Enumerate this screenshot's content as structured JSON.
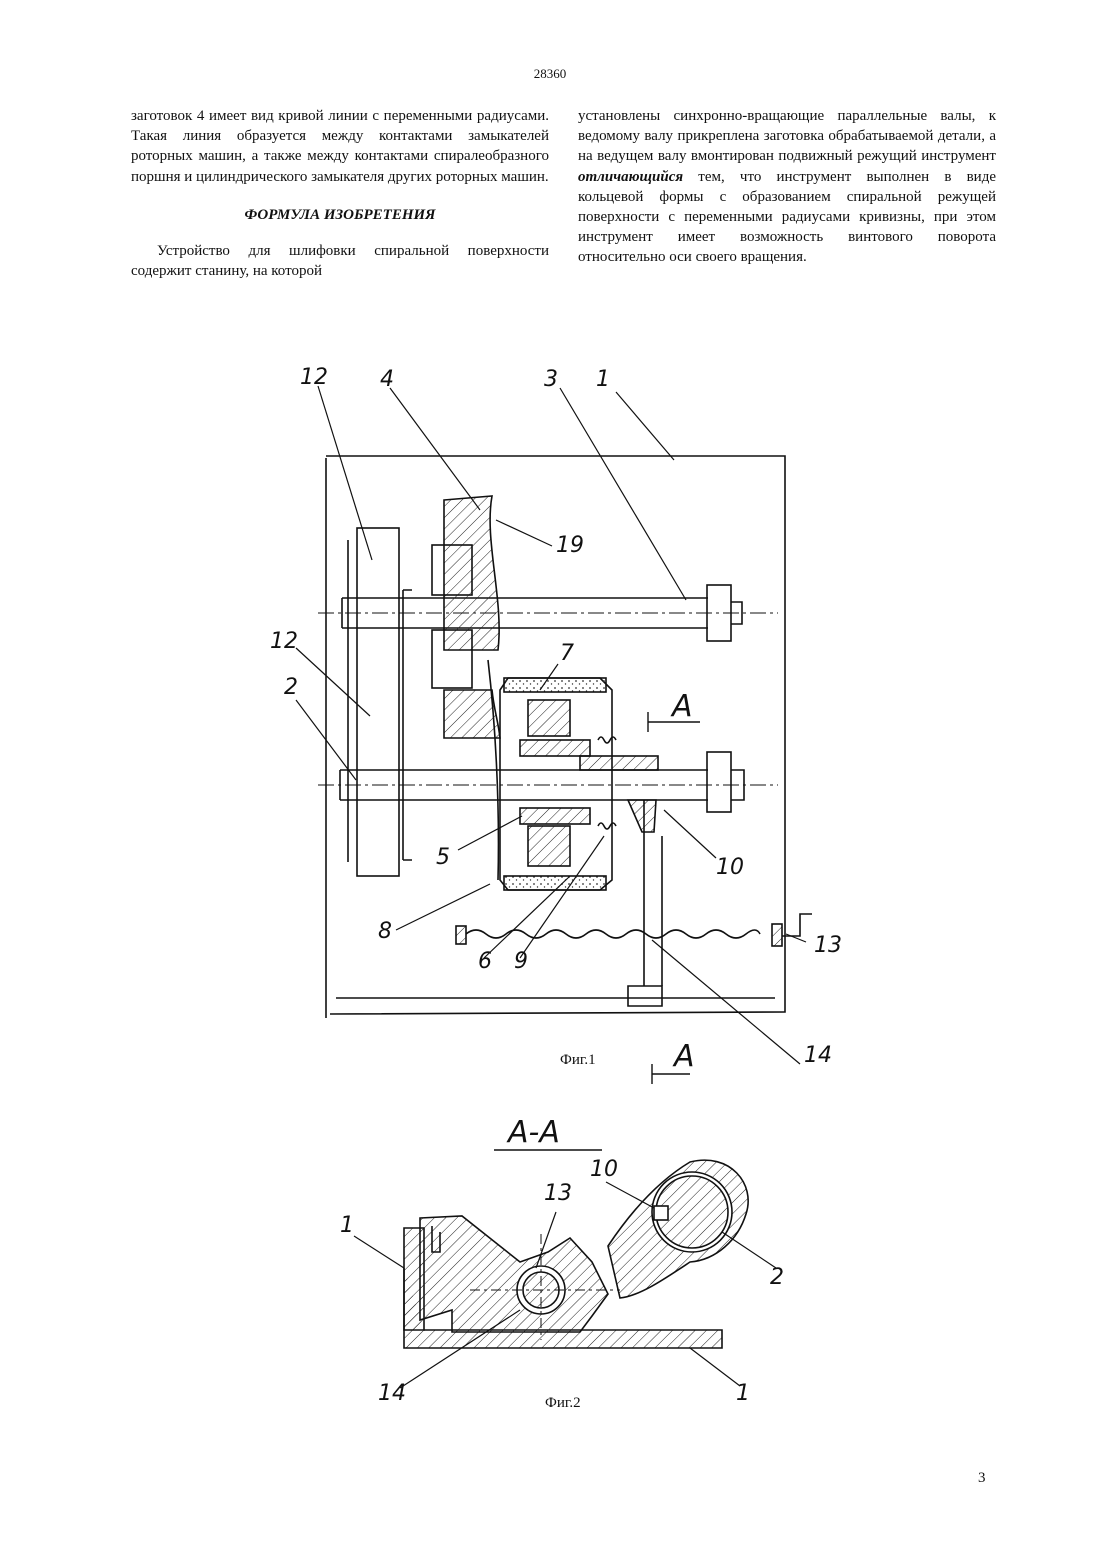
{
  "header": {
    "doc_number": "28360"
  },
  "left_column": {
    "p1": "заготовок 4 имеет вид кривой линии с переменными радиусами. Такая линия образуется между контактами замыкателей роторных машин, а также между контактами спиралеобразного поршня и цилиндрического замыкателя других роторных машин.",
    "heading": "ФОРМУЛА ИЗОБРЕТЕНИЯ",
    "p2": "Устройство для шлифовки спиральной поверхности содержит станину, на которой"
  },
  "right_column": {
    "p1_before": "установлены синхронно-вращающие параллельные валы, к ведомому валу прикреплена заготовка обрабатываемой детали, а на ведущем валу вмонтирован подвижный режущий инструмент",
    "p1_emph": "отличающийся",
    "p1_after": "тем, что инструмент выполнен в виде кольцевой формы с образованием спиральной режущей поверхности с переменными радиусами кривизны, при этом инструмент имеет возможность винтового поворота относительно оси своего вращения."
  },
  "figure1": {
    "caption": "Фиг.1",
    "labels": {
      "l12a": "12",
      "l4": "4",
      "l3": "3",
      "l1": "1",
      "l19": "19",
      "l12b": "12",
      "l2": "2",
      "l7": "7",
      "lA1": "A",
      "l5": "5",
      "l10": "10",
      "l8": "8",
      "l6": "6",
      "l9": "9",
      "l13": "13",
      "l14": "14",
      "lA2": "A"
    }
  },
  "figure2": {
    "caption": "Фиг.2",
    "section_title": "A-A",
    "labels": {
      "l1a": "1",
      "l13": "13",
      "l10": "10",
      "l2": "2",
      "l14": "14",
      "l1b": "1"
    }
  },
  "footer": {
    "page_number": "3"
  }
}
